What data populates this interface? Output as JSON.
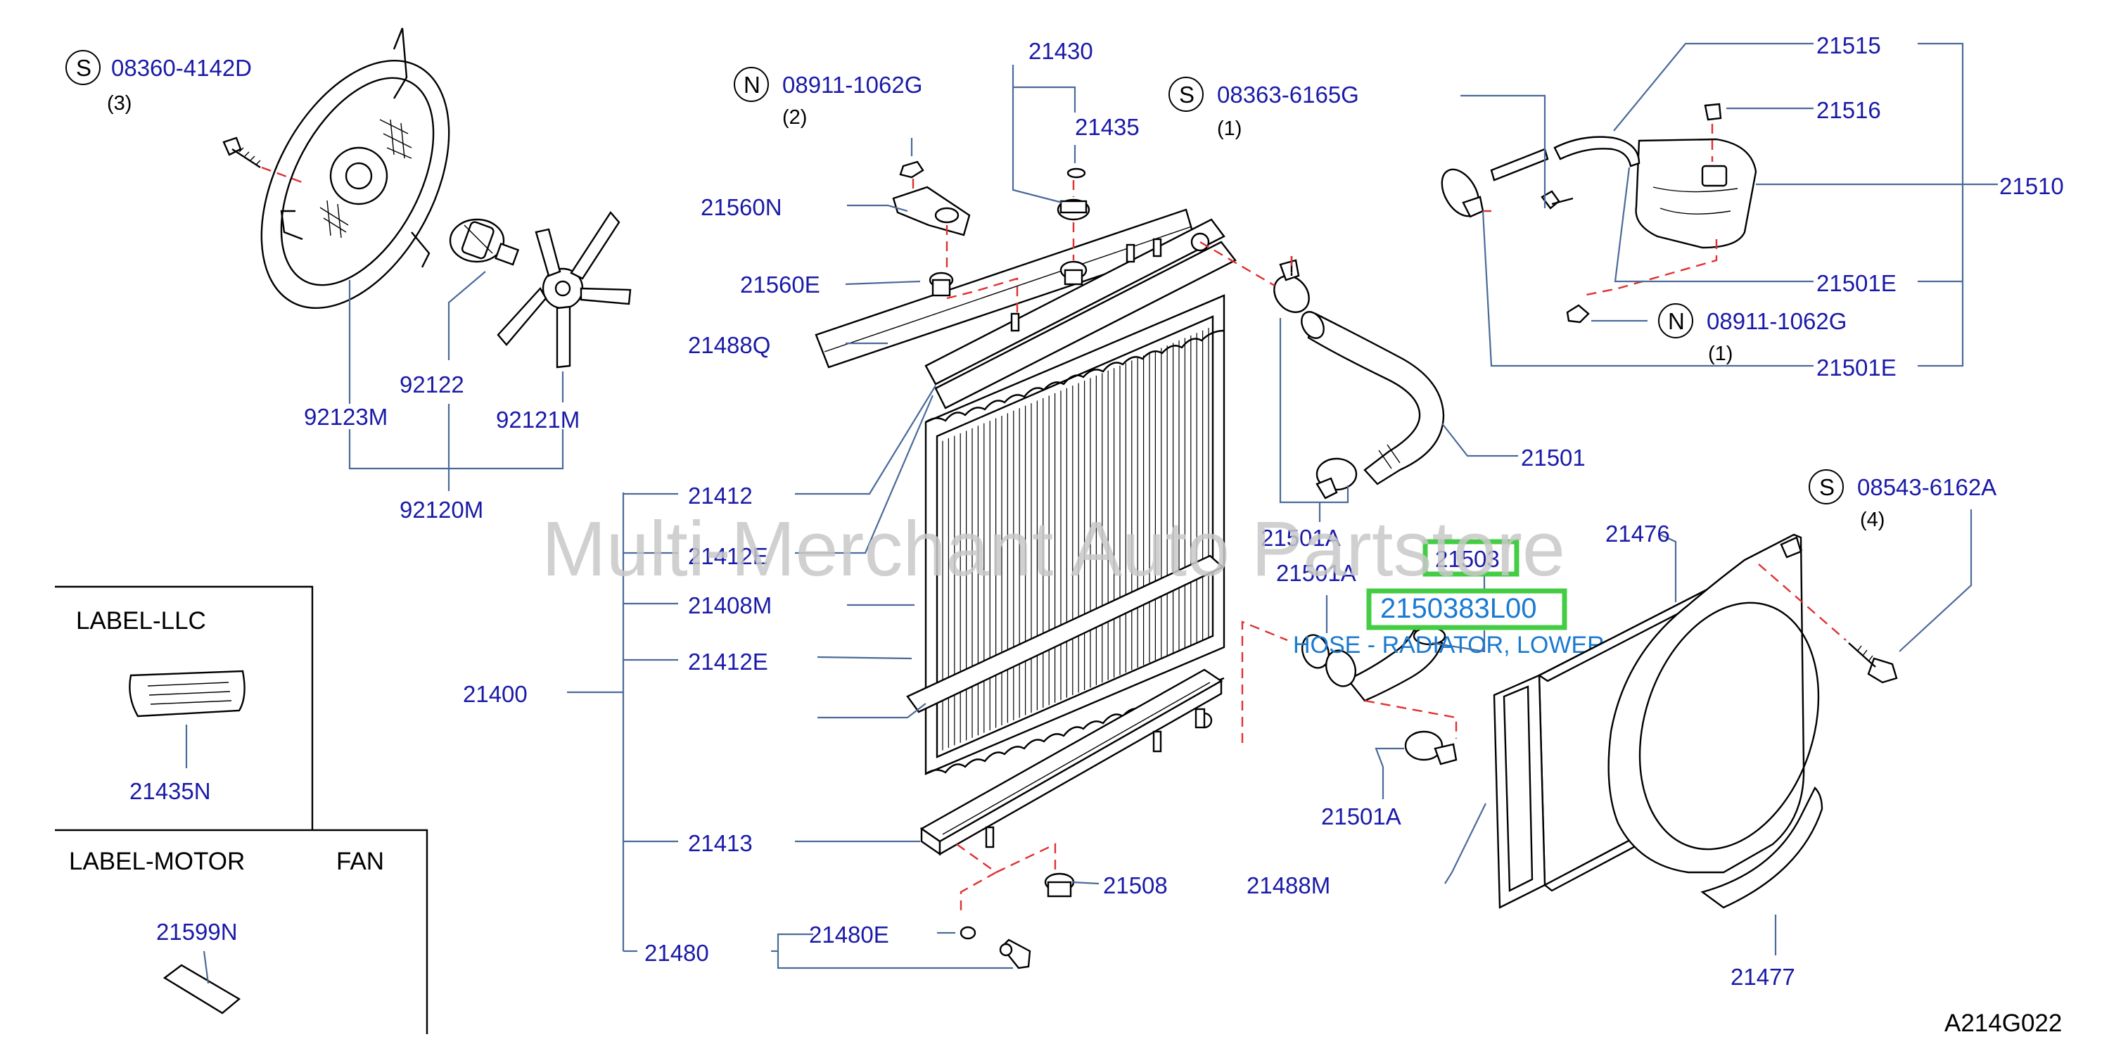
{
  "diagram_code": "A214G022",
  "watermark": "Multi-Merchant Auto Partstore",
  "colors": {
    "part_label": "#1a1aa8",
    "callout_line": "#4a6a9a",
    "dash": "#e03030",
    "highlight": "#44cc44",
    "highlight_text": "#1a7ad0"
  },
  "highlight": {
    "part": "21503",
    "part_number": "2150383L00",
    "description": "HOSE - RADIATOR, LOWER"
  },
  "parts": {
    "p21400": "21400",
    "p21408M": "21408M",
    "p21412": "21412",
    "p21412E_a": "21412E",
    "p21412E_b": "21412E",
    "p21413": "21413",
    "p21430": "21430",
    "p21435": "21435",
    "p21435N": "21435N",
    "p21476": "21476",
    "p21477": "21477",
    "p21480": "21480",
    "p21480E": "21480E",
    "p21488M": "21488M",
    "p21488Q": "21488Q",
    "p21501": "21501",
    "p21501A_a": "21501A",
    "p21501A_b": "21501A",
    "p21501A_c": "21501A",
    "p21501E_a": "21501E",
    "p21501E_b": "21501E",
    "p21508": "21508",
    "p21510": "21510",
    "p21515": "21515",
    "p21516": "21516",
    "p21560E": "21560E",
    "p21560N": "21560N",
    "p21599N": "21599N",
    "p92120M": "92120M",
    "p92121M": "92121M",
    "p92122": "92122",
    "p92123M": "92123M"
  },
  "fasteners": [
    {
      "symbol": "S",
      "number": "08360-4142D",
      "qty": "(3)"
    },
    {
      "symbol": "N",
      "number": "08911-1062G",
      "qty": "(2)"
    },
    {
      "symbol": "S",
      "number": "08363-6165G",
      "qty": "(1)"
    },
    {
      "symbol": "N",
      "number": "08911-1062G",
      "qty": "(1)"
    },
    {
      "symbol": "S",
      "number": "08543-6162A",
      "qty": "(4)"
    }
  ],
  "boxes": {
    "label_llc": {
      "title": "LABEL-LLC"
    },
    "label_motor_fan": {
      "title": "LABEL-MOTOR",
      "title2": "FAN"
    }
  }
}
